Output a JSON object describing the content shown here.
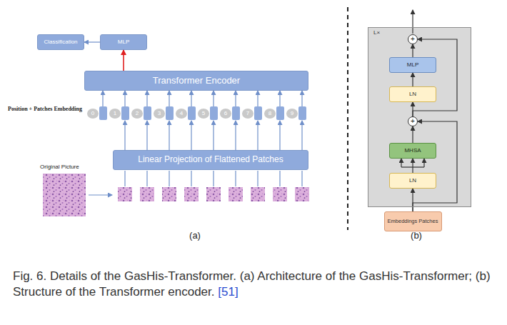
{
  "diagram": {
    "caption": "Fig. 6. Details of the GasHis-Transformer. (a) Architecture of the GasHis-Transformer; (b) Structure of the Transformer encoder.",
    "nodes": [
      {
        "text": [
          "Classification"
        ]
      },
      {
        "text": [
          "MLP"
        ]
      },
      {
        "text": [
          "Transformer Encoder"
        ]
      },
      {
        "text": [
          "0"
        ]
      },
      {
        "text": [
          "1"
        ]
      },
      {
        "text": [
          "2"
        ]
      },
      {
        "text": [
          "3"
        ]
      },
      {
        "text": [
          "4"
        ]
      },
      {
        "text": [
          "5"
        ]
      },
      {
        "text": [
          "6"
        ]
      },
      {
        "text": [
          "7"
        ]
      },
      {
        "text": [
          "8"
        ]
      },
      {
        "text": [
          "9"
        ]
      },
      {
        "text": [
          "Linear Projection of Flattened Patches"
        ]
      },
      {
        "text": [
          "L×"
        ]
      },
      {
        "text": [
          "+"
        ],
        "in": 14
      },
      {
        "text": [
          "MLP"
        ],
        "in": 14
      },
      {
        "text": [
          "LN"
        ],
        "in": 14
      },
      {
        "text": [
          "+"
        ],
        "in": 14
      },
      {
        "text": [
          "MHSA"
        ],
        "in": 14
      },
      {
        "text": [
          "LN"
        ],
        "in": 14
      },
      {
        "text": [
          "Embeddings Patches"
        ]
      }
    ],
    "edges": [
      {
        "from": 1,
        "to": 0,
        "arrow": "to"
      },
      {
        "from": 2,
        "to": 1,
        "arrow": "to"
      },
      {
        "from": 3,
        "to": 2,
        "arrow": "to"
      },
      {
        "from": 4,
        "to": 2,
        "arrow": "to"
      },
      {
        "from": 5,
        "to": 2,
        "arrow": "to"
      },
      {
        "from": 6,
        "to": 2,
        "arrow": "to"
      },
      {
        "from": 7,
        "to": 2,
        "arrow": "to"
      },
      {
        "from": 8,
        "to": 2,
        "arrow": "to"
      },
      {
        "from": 9,
        "to": 2,
        "arrow": "to"
      },
      {
        "from": 10,
        "to": 2,
        "arrow": "to"
      },
      {
        "from": 11,
        "to": 2,
        "arrow": "to"
      },
      {
        "from": 12,
        "to": 2,
        "arrow": "to"
      },
      {
        "from": 13,
        "to": 4,
        "arrow": "to"
      },
      {
        "from": 13,
        "to": 5,
        "arrow": "to"
      },
      {
        "from": 13,
        "to": 6,
        "arrow": "to"
      },
      {
        "from": 13,
        "to": 7,
        "arrow": "to"
      },
      {
        "from": 13,
        "to": 8,
        "arrow": "to"
      },
      {
        "from": 13,
        "to": 9,
        "arrow": "to"
      },
      {
        "from": 13,
        "to": 10,
        "arrow": "to"
      },
      {
        "from": 13,
        "to": 11,
        "arrow": "to"
      },
      {
        "from": 13,
        "to": 12,
        "arrow": "to"
      },
      {
        "from": 21,
        "to": 20,
        "arrow": "to"
      },
      {
        "from": 20,
        "to": 19,
        "arrow": "to"
      },
      {
        "from": 19,
        "to": 18,
        "arrow": "to"
      },
      {
        "from": 18,
        "to": 17,
        "arrow": "to"
      },
      {
        "from": 17,
        "to": 16,
        "arrow": "to"
      },
      {
        "from": 16,
        "to": 15,
        "arrow": "to"
      },
      {
        "from": 21,
        "to": 18,
        "arrow": "to"
      },
      {
        "from": 18,
        "to": 15,
        "arrow": "to"
      }
    ],
    "labels": [
      "Position + Patches Embedding",
      "Original Picture",
      "(a)",
      "(b)",
      "[51]"
    ]
  }
}
